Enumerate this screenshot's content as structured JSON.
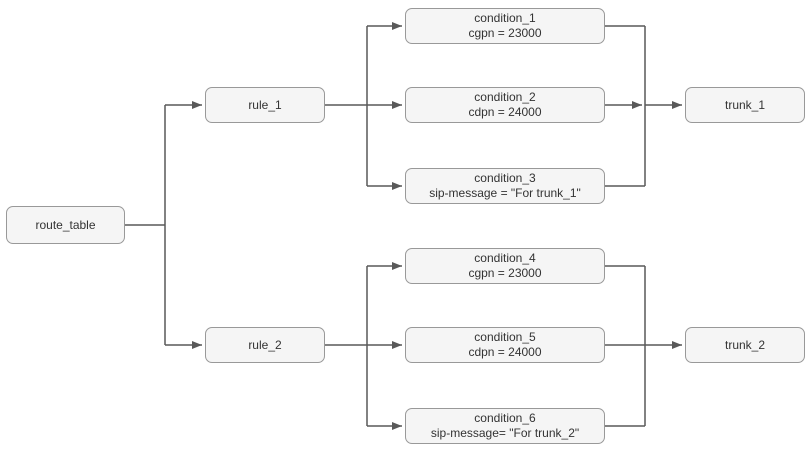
{
  "diagram": {
    "type": "flowchart",
    "colors": {
      "background": "#ffffff",
      "node_fill": "#f5f5f5",
      "node_border": "#999999",
      "edge": "#595959",
      "text": "#333333"
    },
    "nodes": {
      "route_table": {
        "label": "route_table"
      },
      "rule_1": {
        "label": "rule_1"
      },
      "rule_2": {
        "label": "rule_2"
      },
      "condition_1": {
        "label": "condition_1",
        "detail": "cgpn = 23000"
      },
      "condition_2": {
        "label": "condition_2",
        "detail": "cdpn = 24000"
      },
      "condition_3": {
        "label": "condition_3",
        "detail": "sip-message = \"For trunk_1\""
      },
      "condition_4": {
        "label": "condition_4",
        "detail": "cgpn = 23000"
      },
      "condition_5": {
        "label": "condition_5",
        "detail": "cdpn = 24000"
      },
      "condition_6": {
        "label": "condition_6",
        "detail": "sip-message= \"For trunk_2\""
      },
      "trunk_1": {
        "label": "trunk_1"
      },
      "trunk_2": {
        "label": "trunk_2"
      }
    },
    "edges": [
      {
        "from": "route_table",
        "to": "rule_1"
      },
      {
        "from": "route_table",
        "to": "rule_2"
      },
      {
        "from": "rule_1",
        "to": "condition_1"
      },
      {
        "from": "rule_1",
        "to": "condition_2"
      },
      {
        "from": "rule_1",
        "to": "condition_3"
      },
      {
        "from": "condition_1",
        "to": "trunk_1"
      },
      {
        "from": "condition_2",
        "to": "trunk_1"
      },
      {
        "from": "condition_3",
        "to": "trunk_1"
      },
      {
        "from": "rule_2",
        "to": "condition_4"
      },
      {
        "from": "rule_2",
        "to": "condition_5"
      },
      {
        "from": "rule_2",
        "to": "condition_6"
      },
      {
        "from": "condition_4",
        "to": "trunk_2"
      },
      {
        "from": "condition_5",
        "to": "trunk_2"
      },
      {
        "from": "condition_6",
        "to": "trunk_2"
      }
    ]
  }
}
